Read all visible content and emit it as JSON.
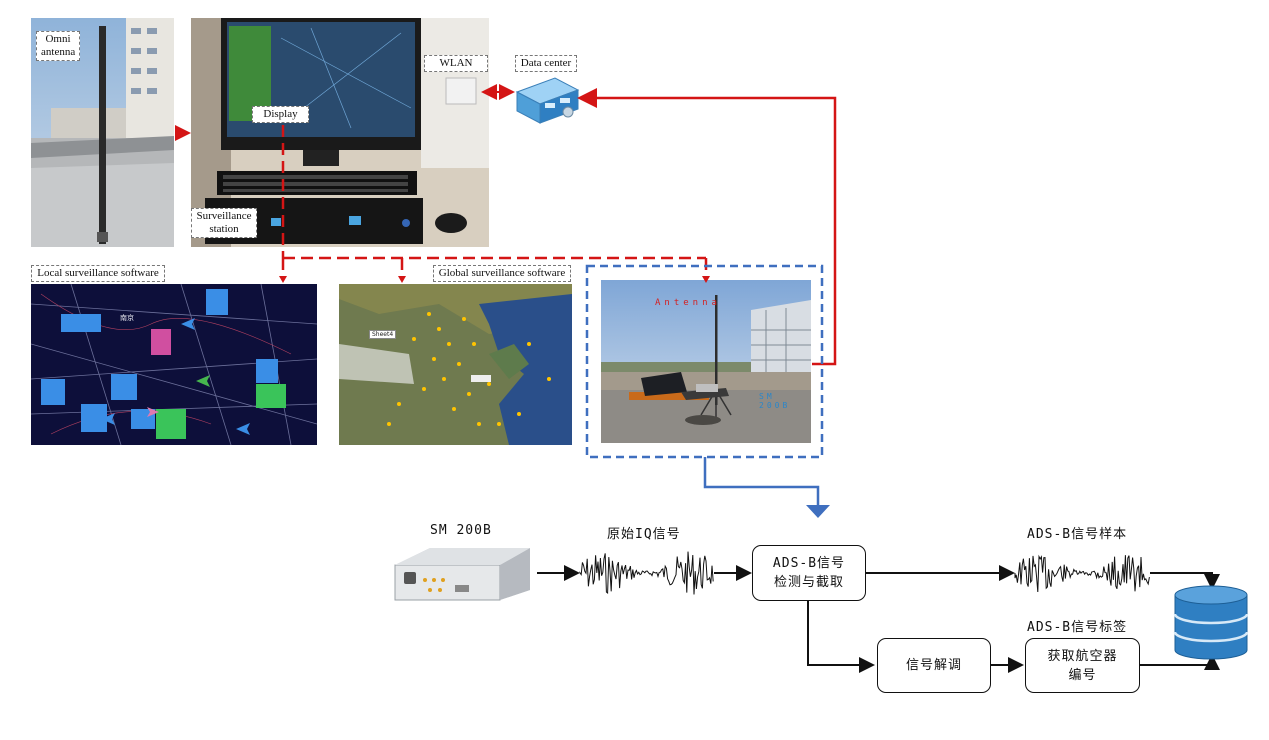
{
  "photos": {
    "omni_antenna": {
      "label_line1": "Omni",
      "label_line2": "antenna"
    },
    "station": {
      "display_label": "Display",
      "wlan_label": "WLAN",
      "surveillance_line1": "Surveillance",
      "surveillance_line2": "station"
    },
    "data_center": {
      "label": "Data center"
    },
    "local_software": {
      "label": "Local surveillance software",
      "city": "南京"
    },
    "global_software": {
      "label": "Global surveillance software",
      "tag": "Sheet4"
    },
    "field_site": {
      "antenna_text": "Antenna",
      "receiver_text": "SM 200B"
    }
  },
  "pipeline": {
    "device_caption": "SM 200B",
    "raw_signal_caption": "原始IQ信号",
    "detect_box_line1": "ADS-B信号",
    "detect_box_line2": "检测与截取",
    "sample_caption": "ADS-B信号样本",
    "label_caption": "ADS-B信号标签",
    "decode_box": "信号解调",
    "aircraft_box_line1": "获取航空器",
    "aircraft_box_line2": "编号"
  },
  "colors": {
    "red_link": "#d41515",
    "blue_link": "#3f6fbf",
    "db_blue": "#2f7fc2"
  }
}
